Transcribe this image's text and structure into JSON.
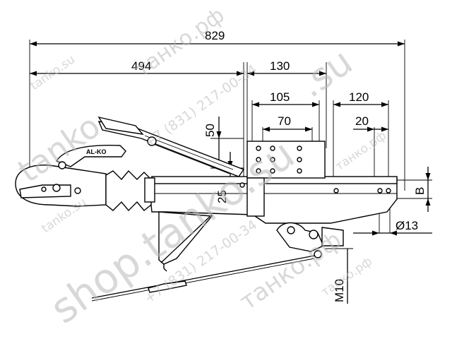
{
  "drawing": {
    "dimensions": {
      "overall_length": "829",
      "to_mount": "494",
      "mount_width": "130",
      "hole_span_outer": "105",
      "hole_span_inner": "70",
      "rear_hole_span": "120",
      "rear_hole_offset": "20",
      "height_50": "50",
      "height_25": "25",
      "width_b": "B",
      "hole_diameter": "Ø13",
      "thread": "M10"
    },
    "handle_label": "AL-KO"
  },
  "watermarks": {
    "site_short": "tanko.su",
    "site_rf": "танко.рф",
    "site_shop": "shop.tanko.su",
    "phone": "+7 (831) 217-00-34",
    "site_tanko": "tanko",
    "site_su": ".su"
  }
}
